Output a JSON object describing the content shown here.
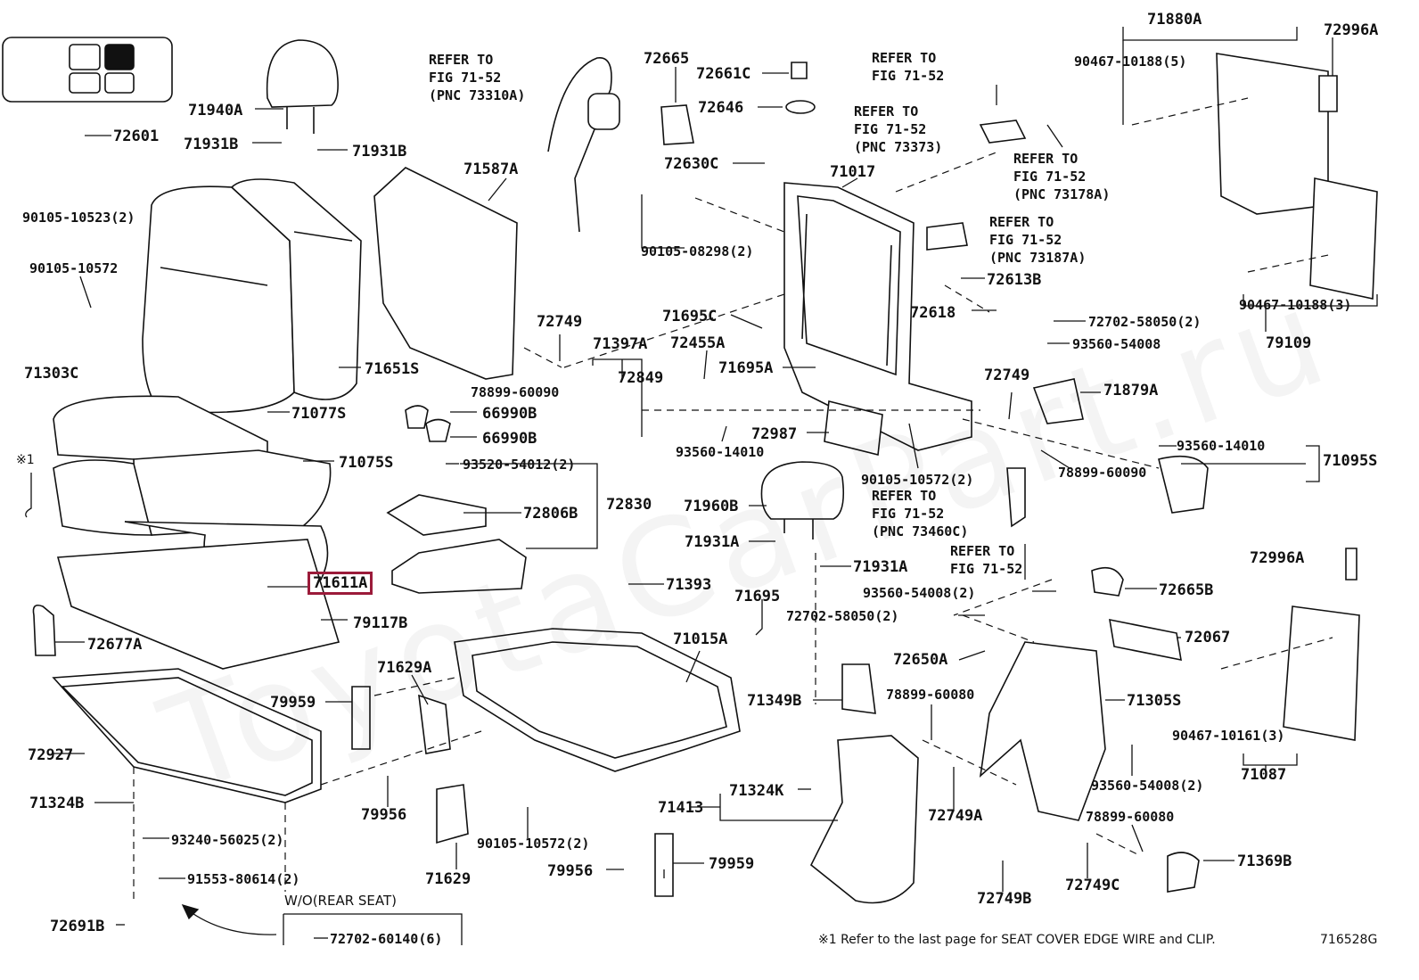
{
  "watermark": "ToyotaCarPart.ru",
  "highlight_color": "#9b1b3a",
  "labels": {
    "p71940A": "71940A",
    "p72601": "72601",
    "p71931B_a": "71931B",
    "p71931B_b": "71931B",
    "p90105_10523": "90105-10523(2)",
    "p90105_10572a": "90105-10572",
    "p71303C": "71303C",
    "p71587A": "71587A",
    "p71651S": "71651S",
    "p71077S": "71077S",
    "p71075S": "71075S",
    "p66990B_a": "66990B",
    "p66990B_b": "66990B",
    "p93520": "93520-54012(2)",
    "p72830": "72830",
    "p72806B": "72806B",
    "p71611A": "71611A",
    "p79117B": "79117B",
    "p72677A": "72677A",
    "p72927": "72927",
    "p71324B": "71324B",
    "p93240": "93240-56025(2)",
    "p91553": "91553-80614(2)",
    "p72691B": "72691B",
    "p72702_60140": "72702-60140(6)",
    "p72665": "72665",
    "p72661C": "72661C",
    "p72646": "72646",
    "p72630C": "72630C",
    "p71017": "71017",
    "p90105_08298": "90105-08298(2)",
    "p72749a": "72749",
    "p71397A": "71397A",
    "p72849": "72849",
    "p78899_a": "78899-60090",
    "p72455A": "72455A",
    "p71695C": "71695C",
    "p71695A": "71695A",
    "p93560_14010a": "93560-14010",
    "p72987": "72987",
    "p71960B": "71960B",
    "p71931A_a": "71931A",
    "p71931A_b": "71931A",
    "p71393": "71393",
    "p71695": "71695",
    "p71015A": "71015A",
    "p71629A": "71629A",
    "p79959_a": "79959",
    "p79956_a": "79956",
    "p71629": "71629",
    "p90105_10572b": "90105-10572(2)",
    "p79956_b": "79956",
    "p79959_b": "79959",
    "p71413": "71413",
    "p71324K": "71324K",
    "p71349B": "71349B",
    "p72880A": "71880A",
    "p72996A_a": "72996A",
    "p90467_10188a": "90467-10188(5)",
    "p72613B": "72613B",
    "p72618": "72618",
    "p72702_58050a": "72702-58050(2)",
    "p93560_54008a": "93560-54008",
    "p90467_10188b": "90467-10188(3)",
    "p79109": "79109",
    "p72749b": "72749",
    "p71879A": "71879A",
    "p78899_b": "78899-60090",
    "p93560_14010b": "93560-14010",
    "p71095S": "71095S",
    "p90105_10572c": "90105-10572(2)",
    "p72996A_b": "72996A",
    "p72665B": "72665B",
    "p93560_54008b": "93560-54008(2)",
    "p72702_58050b": "72702-58050(2)",
    "p72067": "72067",
    "p72650A": "72650A",
    "p78899_c": "78899-60080",
    "p71305S": "71305S",
    "p90467_10161": "90467-10161(3)",
    "p71087": "71087",
    "p93560_54008c": "93560-54008(2)",
    "p78899_d": "78899-60080",
    "p72749A": "72749A",
    "p72749B": "72749B",
    "p72749C": "72749C",
    "p71369B": "71369B",
    "mark1": "※1"
  },
  "refs": {
    "r1": "REFER TO\nFIG 71-52\n(PNC 73310A)",
    "r2": "REFER TO\nFIG 71-52",
    "r3": "REFER TO\nFIG 71-52\n(PNC 73373)",
    "r4": "REFER TO\nFIG 71-52\n(PNC 73178A)",
    "r5": "REFER TO\nFIG 71-52\n(PNC 73187A)",
    "r6": "REFER TO\nFIG 71-52\n(PNC 73460C)",
    "r7": "REFER TO\nFIG 71-52"
  },
  "wo_rear_seat": "W/O(REAR SEAT)",
  "footnote": "※1 Refer to the last page for SEAT COVER EDGE WIRE and CLIP.",
  "figure_code": "716528G"
}
